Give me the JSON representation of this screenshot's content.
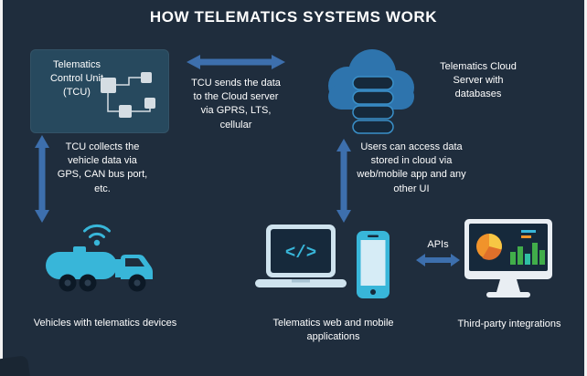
{
  "title": "HOW TELEMATICS SYSTEMS WORK",
  "colors": {
    "background": "#1f2d3d",
    "arrow": "#3d6fad",
    "cyan": "#38b6d9",
    "cloud_blue": "#2e74ad",
    "tcu_box": "#27495e",
    "node_light": "#d5dde3",
    "monitor_frame": "#e9eef3",
    "screen_dark": "#16293b",
    "pie_orange": "#f0932b",
    "pie_yellow": "#f7c744",
    "bar_green": "#41ad4a",
    "bar_teal": "#2fbfa3",
    "text": "#ffffff"
  },
  "nodes": {
    "tcu": {
      "label": "Telematics Control Unit (TCU)"
    },
    "cloud": {
      "label": "Telematics Cloud Server with databases"
    },
    "vehicles": {
      "label": "Vehicles with telematics devices"
    },
    "apps": {
      "label": "Telematics web and mobile applications"
    },
    "integrations": {
      "label": "Third-party integrations"
    }
  },
  "flows": {
    "tcu_to_cloud": {
      "label": "TCU sends the data to the Cloud server via GPRS, LTS, cellular"
    },
    "vehicles_to_tcu": {
      "label": "TCU collects the vehicle data via GPS, CAN bus port, etc."
    },
    "cloud_to_apps": {
      "label": "Users can access data stored in cloud via web/mobile app and any other UI"
    },
    "apps_to_integrations": {
      "label": "APIs"
    }
  },
  "icons": {
    "code_glyph": "</>"
  }
}
